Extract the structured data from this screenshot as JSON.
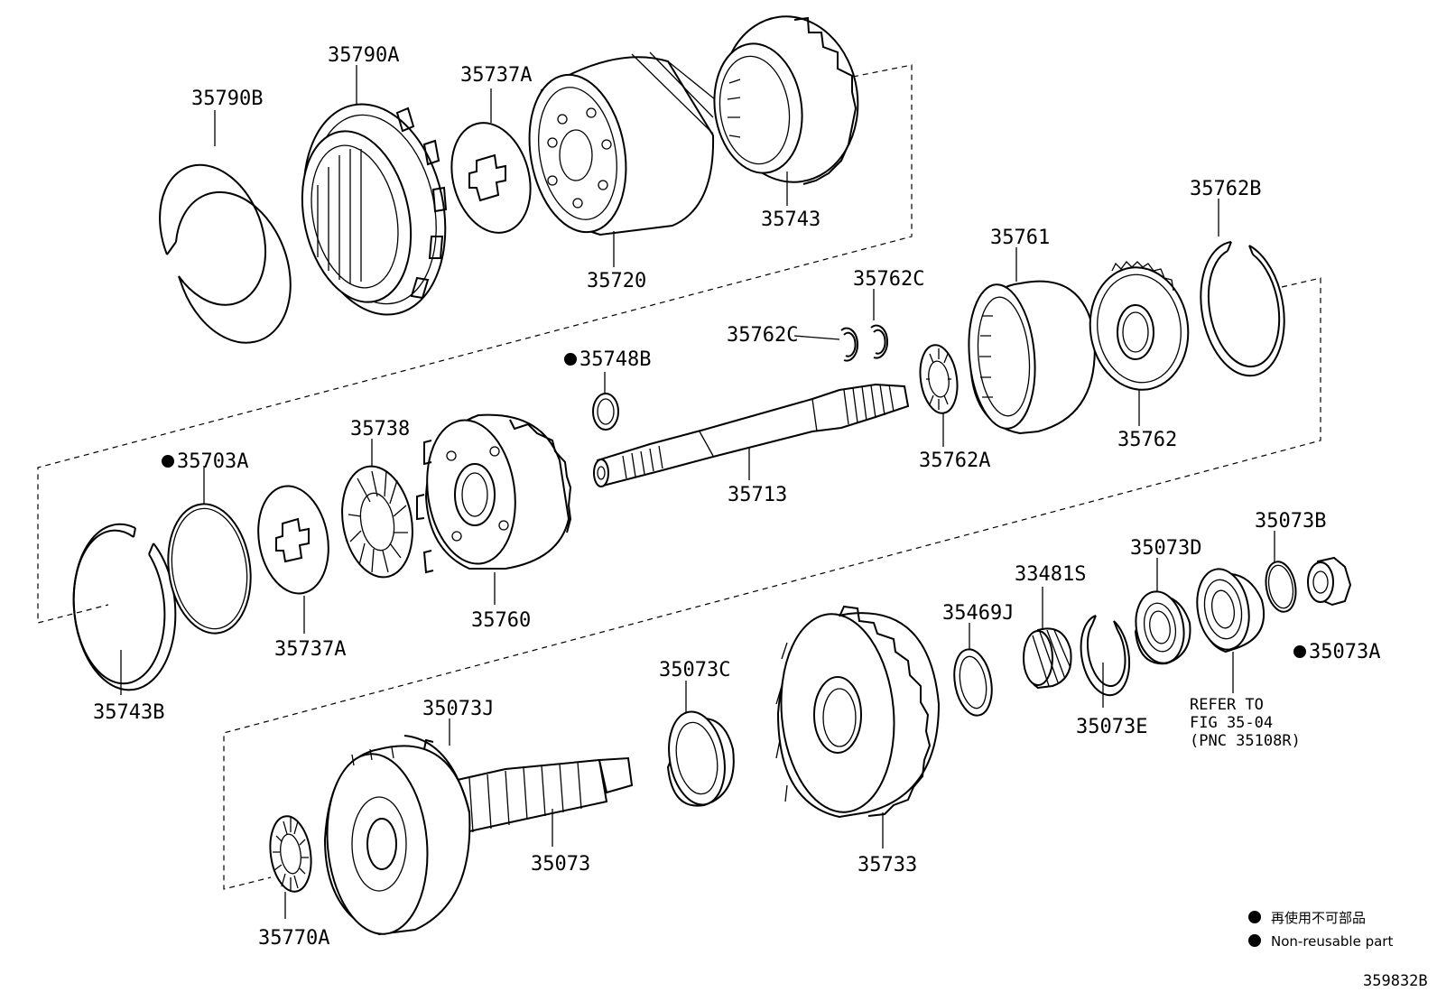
{
  "diagram": {
    "labels": {
      "p35790B": "35790B",
      "p35790A": "35790A",
      "p35737A_top": "35737A",
      "p35720": "35720",
      "p35743": "35743",
      "p35762B": "35762B",
      "p35761": "35761",
      "p35762C_a": "35762C",
      "p35762C_b": "35762C",
      "p35748B": "35748B",
      "p35762A": "35762A",
      "p35762": "35762",
      "p35713": "35713",
      "p35738": "35738",
      "p35703A": "35703A",
      "p35760": "35760",
      "p35737A_mid": "35737A",
      "p35743B": "35743B",
      "p35073B": "35073B",
      "p35073D": "35073D",
      "p33481S": "33481S",
      "p35469J": "35469J",
      "p35073A": "35073A",
      "p35073C": "35073C",
      "p35073E": "35073E",
      "p35073J": "35073J",
      "p35073": "35073",
      "p35733": "35733",
      "p35770A": "35770A"
    },
    "reference_note": {
      "line1": "REFER TO",
      "line2": "FIG 35-04",
      "line3": "(PNC 35108R)"
    },
    "legend": {
      "japanese": "再使用不可部品",
      "english": "Non-reusable part"
    },
    "figure_id": "359832B"
  }
}
